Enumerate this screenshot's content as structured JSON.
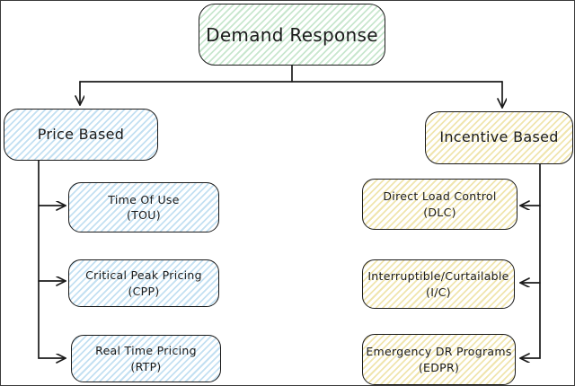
{
  "diagram": {
    "root": {
      "label": "Demand Response"
    },
    "branches": {
      "price": {
        "label": "Price Based"
      },
      "incentive": {
        "label": "Incentive Based"
      }
    },
    "leaves": {
      "tou": {
        "title": "Time Of Use",
        "abbr": "(TOU)"
      },
      "cpp": {
        "title": "Critical Peak Pricing",
        "abbr": "(CPP)"
      },
      "rtp": {
        "title": "Real Time Pricing",
        "abbr": "(RTP)"
      },
      "dlc": {
        "title": "Direct Load Control",
        "abbr": "(DLC)"
      },
      "ic": {
        "title": "Interruptible/Curtailable",
        "abbr": "(I/C)"
      },
      "edpr": {
        "title": "Emergency DR Programs",
        "abbr": "(EDPR)"
      }
    }
  },
  "colors": {
    "line": "#1b1b1b",
    "text": "#1b1b1b",
    "paper": "#ffffff",
    "green-stripe": "#c8e7ce",
    "blue-stripe": "#c3e0f2",
    "yellow-stripe": "#f0e5ae"
  }
}
